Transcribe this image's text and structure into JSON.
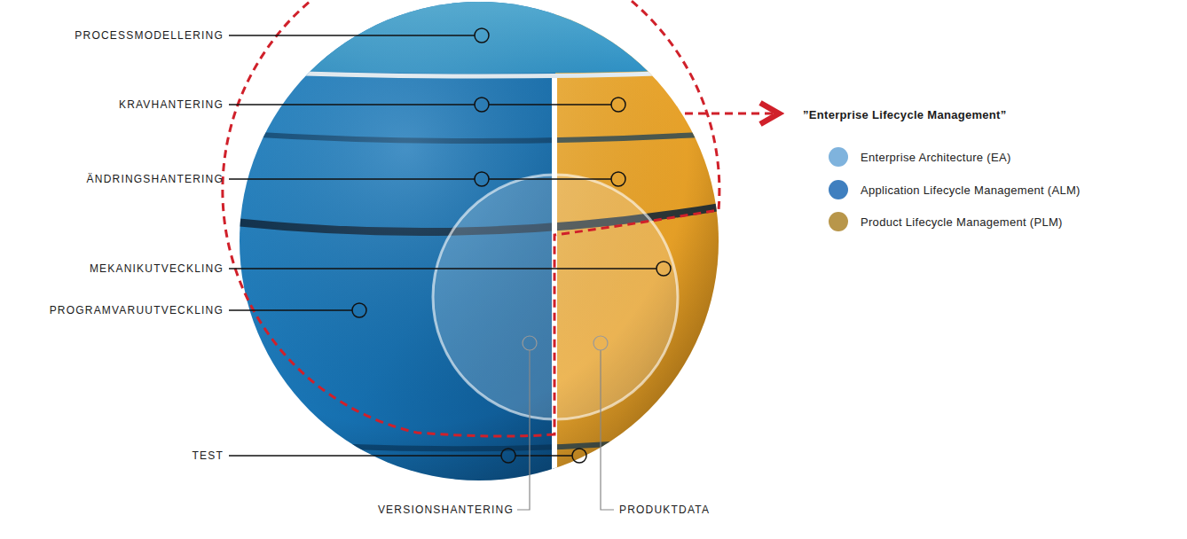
{
  "diagram": {
    "labels": [
      "”Enterprise Lifecycle Management”",
      "PROCESSMODELLERING",
      "KRAVHANTERING",
      "ÄNDRINGSHANTERING",
      "MEKANIKUTVECKLING",
      "PROGRAMVARUUTVECKLING",
      "TEST",
      "VERSIONSHANTERING",
      "PRODUKTDATA"
    ],
    "legend": [
      {
        "text": "Enterprise Architecture (EA)",
        "color": "#7fb3dd"
      },
      {
        "text": "Application Lifecycle Management (ALM)",
        "color": "#3f7fbf"
      },
      {
        "text": "Product Lifecycle Management (PLM)",
        "color": "#b8964a"
      }
    ]
  }
}
